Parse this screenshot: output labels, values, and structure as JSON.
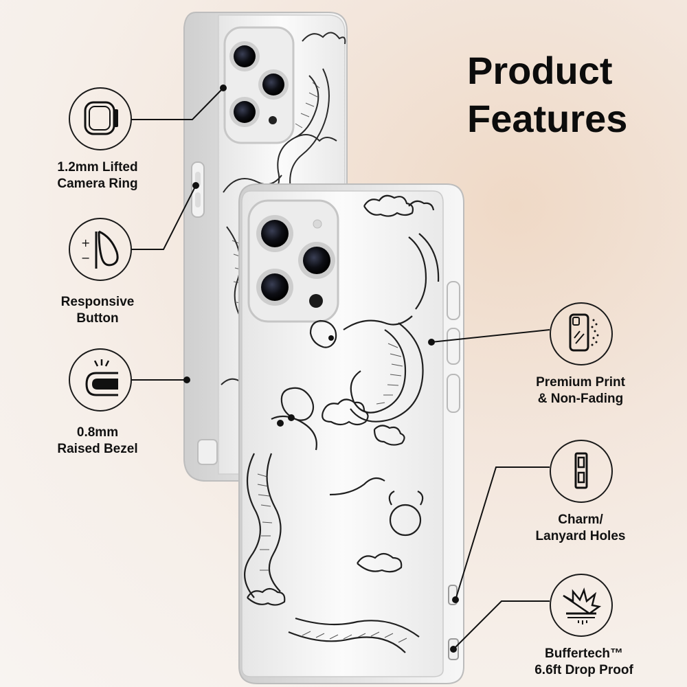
{
  "heading": {
    "line1": "Product",
    "line2": "Features"
  },
  "features": {
    "camera_ring": {
      "line1": "1.2mm Lifted",
      "line2": "Camera Ring",
      "icon": "camera-ring-icon"
    },
    "responsive_button": {
      "line1": "Responsive",
      "line2": "Button",
      "icon": "side-button-icon"
    },
    "raised_bezel": {
      "line1": "0.8mm",
      "line2": "Raised Bezel",
      "icon": "raised-bezel-icon"
    },
    "premium_print": {
      "line1": "Premium Print",
      "line2": "& Non-Fading",
      "icon": "phone-print-icon"
    },
    "lanyard_holes": {
      "line1": "Charm/",
      "line2": "Lanyard Holes",
      "icon": "lanyard-hole-icon"
    },
    "buffertech": {
      "line1": "Buffertech™",
      "line2": "6.6ft Drop Proof",
      "icon": "drop-impact-icon"
    }
  },
  "colors": {
    "ink": "#111111",
    "bg": "#f3e6dc",
    "case": "#f4f4f4"
  }
}
